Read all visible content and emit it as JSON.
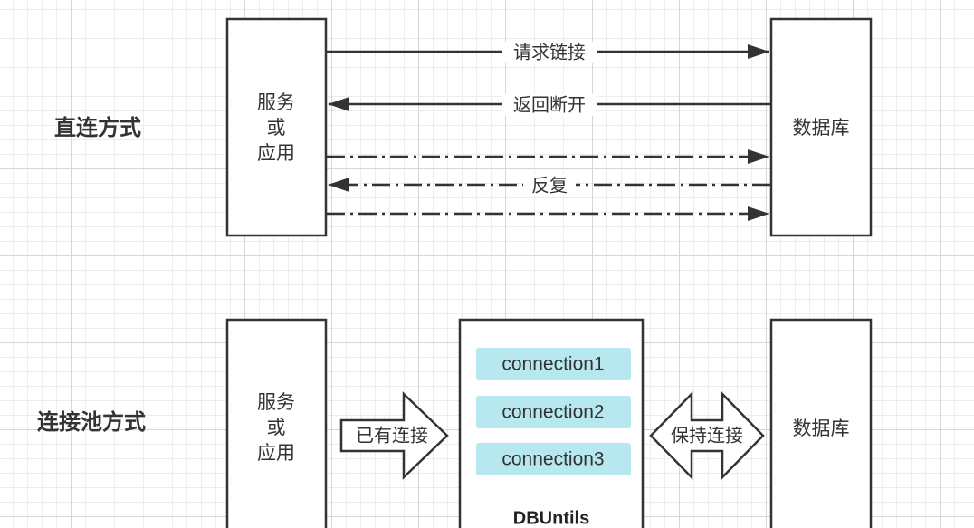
{
  "direct": {
    "title": "直连方式",
    "app_box": [
      "服务",
      "或",
      "应用"
    ],
    "db_box": "数据库",
    "request_label": "请求链接",
    "return_label": "返回断开",
    "repeat_label": "反复"
  },
  "pool": {
    "title": "连接池方式",
    "app_box": [
      "服务",
      "或",
      "应用"
    ],
    "existing_label": "已有连接",
    "connections": [
      "connection1",
      "connection2",
      "connection3"
    ],
    "pool_name": "DBUntils",
    "keep_label": "保持连接",
    "db_box": "数据库"
  },
  "colors": {
    "stroke": "#333333",
    "connection_fill": "#b7e8ef",
    "label_background": "#ffffff"
  }
}
